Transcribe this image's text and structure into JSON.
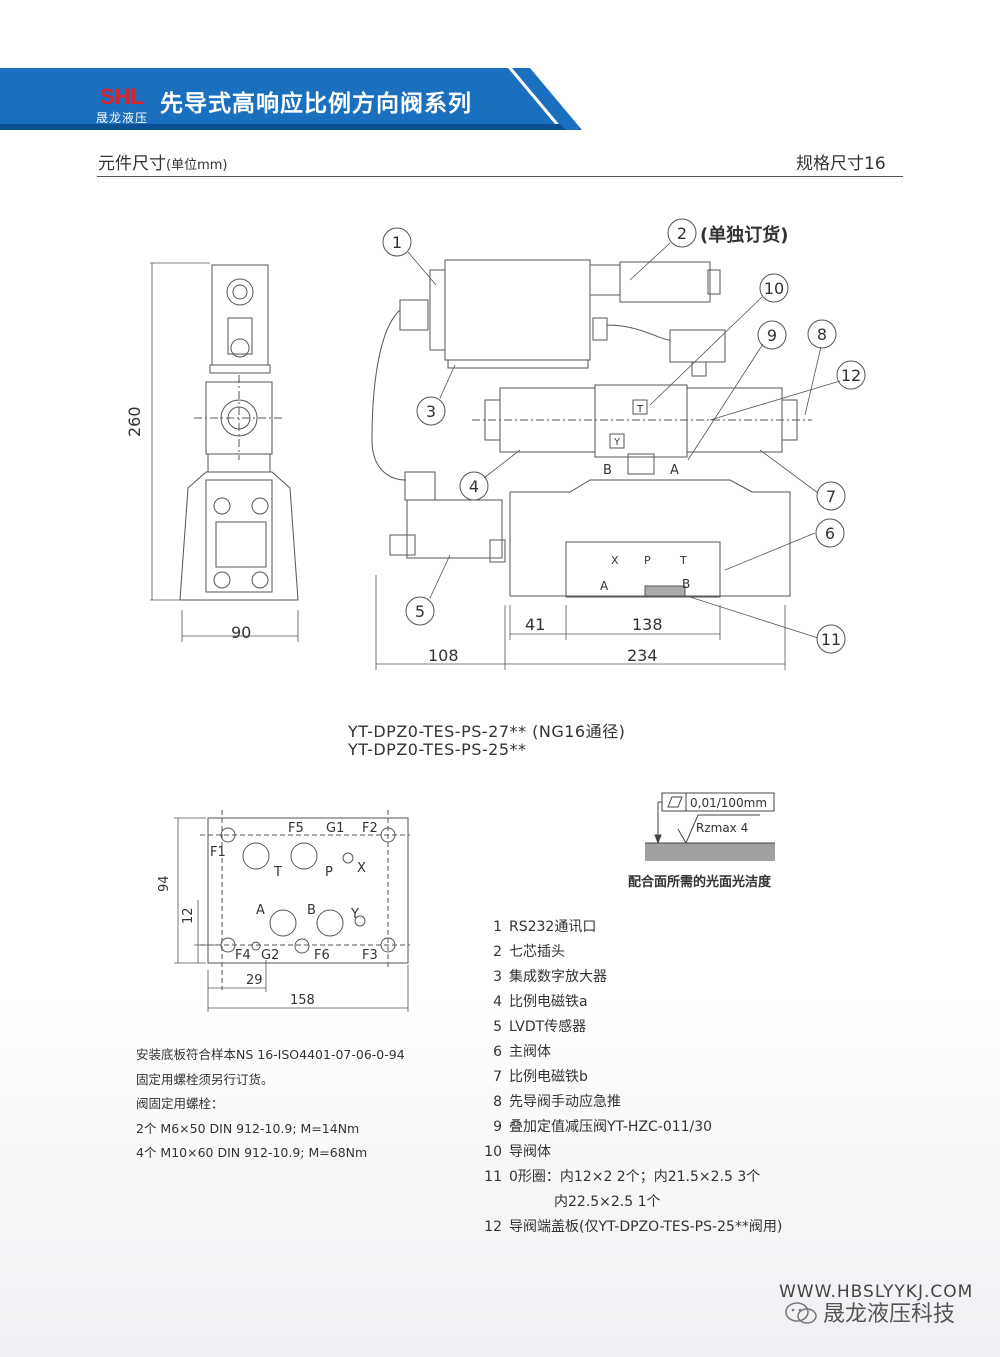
{
  "header": {
    "logo_letters": "SHL",
    "logo_sub": "晟龙液压",
    "title": "先导式高响应比例方向阀系列",
    "colors": {
      "banner": "#1a6fbf",
      "banner_stripe": "#0d4f93",
      "logo_red": "#d9252a"
    }
  },
  "subheader": {
    "left_main": "元件尺寸",
    "left_unit": "(单位mm)",
    "right": "规格尺寸16"
  },
  "drawing": {
    "dimensions": {
      "height": "260",
      "width_side": "90",
      "d41": "41",
      "d138": "138",
      "d108": "108",
      "d234": "234"
    },
    "callouts": [
      "1",
      "2",
      "3",
      "4",
      "5",
      "6",
      "7",
      "8",
      "9",
      "10",
      "11",
      "12"
    ],
    "callout_note": "(单独订货)",
    "port_labels": {
      "B": "B",
      "A": "A",
      "T": "T",
      "Y": "Y",
      "X": "X",
      "P": "P",
      "T2": "T",
      "A2": "A",
      "B2": "B"
    }
  },
  "models": {
    "line1": "YT-DPZ0-TES-PS-27** (NG16通径)",
    "line2": "YT-DPZ0-TES-PS-25**"
  },
  "mounting_plate": {
    "labels": {
      "F5": "F5",
      "G1": "G1",
      "F2": "F2",
      "F1": "F1",
      "T": "T",
      "P": "P",
      "X": "X",
      "A": "A",
      "B": "B",
      "Y": "Y",
      "F4": "F4",
      "G2": "G2",
      "F6": "F6",
      "F3": "F3"
    },
    "dims": {
      "d94": "94",
      "d12": "12",
      "d29": "29",
      "d158": "158"
    }
  },
  "surface_finish": {
    "flatness": "0,01/100mm",
    "roughness": "Rzmax 4",
    "caption": "配合面所需的光面光洁度"
  },
  "notes": [
    "安装底板符合样本NS 16-ISO4401-07-06-0-94",
    "固定用螺栓须另行订货。",
    "阀固定用螺栓：",
    "2个 M6×50 DIN 912-10.9; M=14Nm",
    "4个 M10×60 DIN 912-10.9; M=68Nm"
  ],
  "parts": [
    {
      "num": "1",
      "text": "RS232通讯口"
    },
    {
      "num": "2",
      "text": "七芯插头"
    },
    {
      "num": "3",
      "text": "集成数字放大器"
    },
    {
      "num": "4",
      "text": "比例电磁铁a"
    },
    {
      "num": "5",
      "text": "LVDT传感器"
    },
    {
      "num": "6",
      "text": "主阀体"
    },
    {
      "num": "7",
      "text": "比例电磁铁b"
    },
    {
      "num": "8",
      "text": "先导阀手动应急推"
    },
    {
      "num": "9",
      "text": "叠加定值减压阀YT-HZC-011/30"
    },
    {
      "num": "10",
      "text": "导阀体"
    },
    {
      "num": "11",
      "text": "0形圈：内12×2   2个；内21.5×2.5   3个"
    },
    {
      "num": "",
      "text": "内22.5×2.5   1个"
    },
    {
      "num": "12",
      "text": "导阀端盖板(仅YT-DPZO-TES-PS-25**阀用)"
    }
  ],
  "footer": {
    "website": "WWW.HBSLYYKJ.COM",
    "brand": "晟龙液压科技"
  }
}
